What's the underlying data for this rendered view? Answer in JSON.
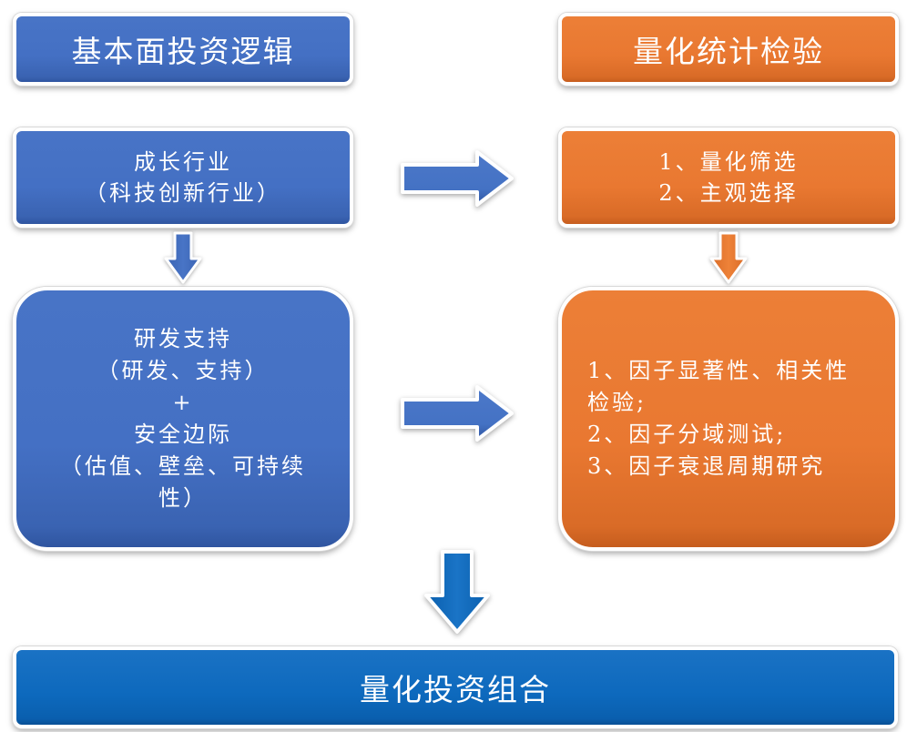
{
  "diagram": {
    "title_left": "基本面投资逻辑",
    "title_right": "量化统计检验",
    "left_top_box": {
      "lines": [
        "成长行业",
        "（科技创新行业）"
      ]
    },
    "right_top_box": {
      "lines": [
        "1、量化筛选",
        "2、主观选择"
      ]
    },
    "left_big_box": {
      "lines": [
        "研发支持",
        "（研发、支持）",
        "+",
        "安全边际",
        "（估值、壁垒、可持续",
        "性）"
      ]
    },
    "right_big_box": {
      "lines": [
        "1、因子显著性、相关性",
        "检验;",
        "2、因子分域测试;",
        "3、因子衰退周期研究"
      ]
    },
    "bottom_box": "量化投资组合",
    "colors": {
      "blue": "#4472C4",
      "orange": "#ED7D31",
      "deep_blue": "#0E6BBE",
      "text": "#FFFFFF"
    },
    "arrows": [
      {
        "name": "arrow-right-top",
        "direction": "right",
        "color": "blue"
      },
      {
        "name": "arrow-down-left",
        "direction": "down",
        "color": "blue"
      },
      {
        "name": "arrow-down-right",
        "direction": "down",
        "color": "orange"
      },
      {
        "name": "arrow-right-middle",
        "direction": "right",
        "color": "blue"
      },
      {
        "name": "arrow-down-bottom",
        "direction": "down",
        "color": "deep_blue"
      }
    ]
  }
}
